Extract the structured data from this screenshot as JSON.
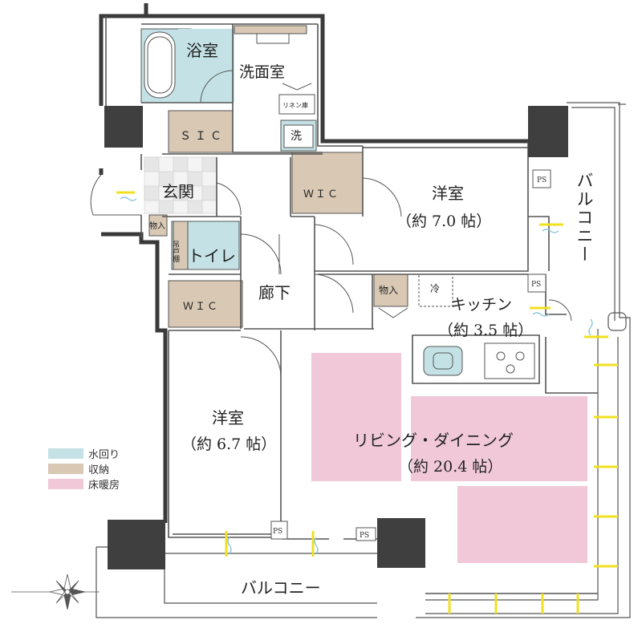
{
  "rooms": {
    "bath": "浴室",
    "washroom": "洗面室",
    "linen": "リネン庫",
    "washer": "洗",
    "sic": "ＳＩＣ",
    "entrance": "玄関",
    "entrance_storage": "物入",
    "wic_north": "ＷＩＣ",
    "western_north": "洋室",
    "western_north_size": "（約 7.0 帖）",
    "toilet": "トイレ",
    "hanging_shelf": "吊戸棚",
    "wic_west": "ＷＩＣ",
    "corridor": "廊下",
    "kitchen_storage": "物入",
    "fridge": "冷",
    "kitchen": "キッチン",
    "kitchen_size": "（約 3.5 帖）",
    "western_south": "洋室",
    "western_south_size": "（約 6.7 帖）",
    "living": "リビング・ダイニング",
    "living_size": "（約 20.4 帖）",
    "balcony_east": "バルコニー",
    "balcony_south": "バルコニー",
    "ps": "PS"
  },
  "legend": [
    {
      "label": "水回り",
      "color": "#c4e2e6"
    },
    {
      "label": "収納",
      "color": "#d8c8b4"
    },
    {
      "label": "床暖房",
      "color": "#f0c8d8"
    }
  ],
  "colors": {
    "wall": "#3a3a3a",
    "column": "#3f3f3f",
    "water": "#c4e2e6",
    "storage": "#d8c8b4",
    "floor_heating": "#f0c8d8",
    "marker": "#f0e020"
  },
  "icons": {
    "compass": "compass-rose-icon"
  }
}
